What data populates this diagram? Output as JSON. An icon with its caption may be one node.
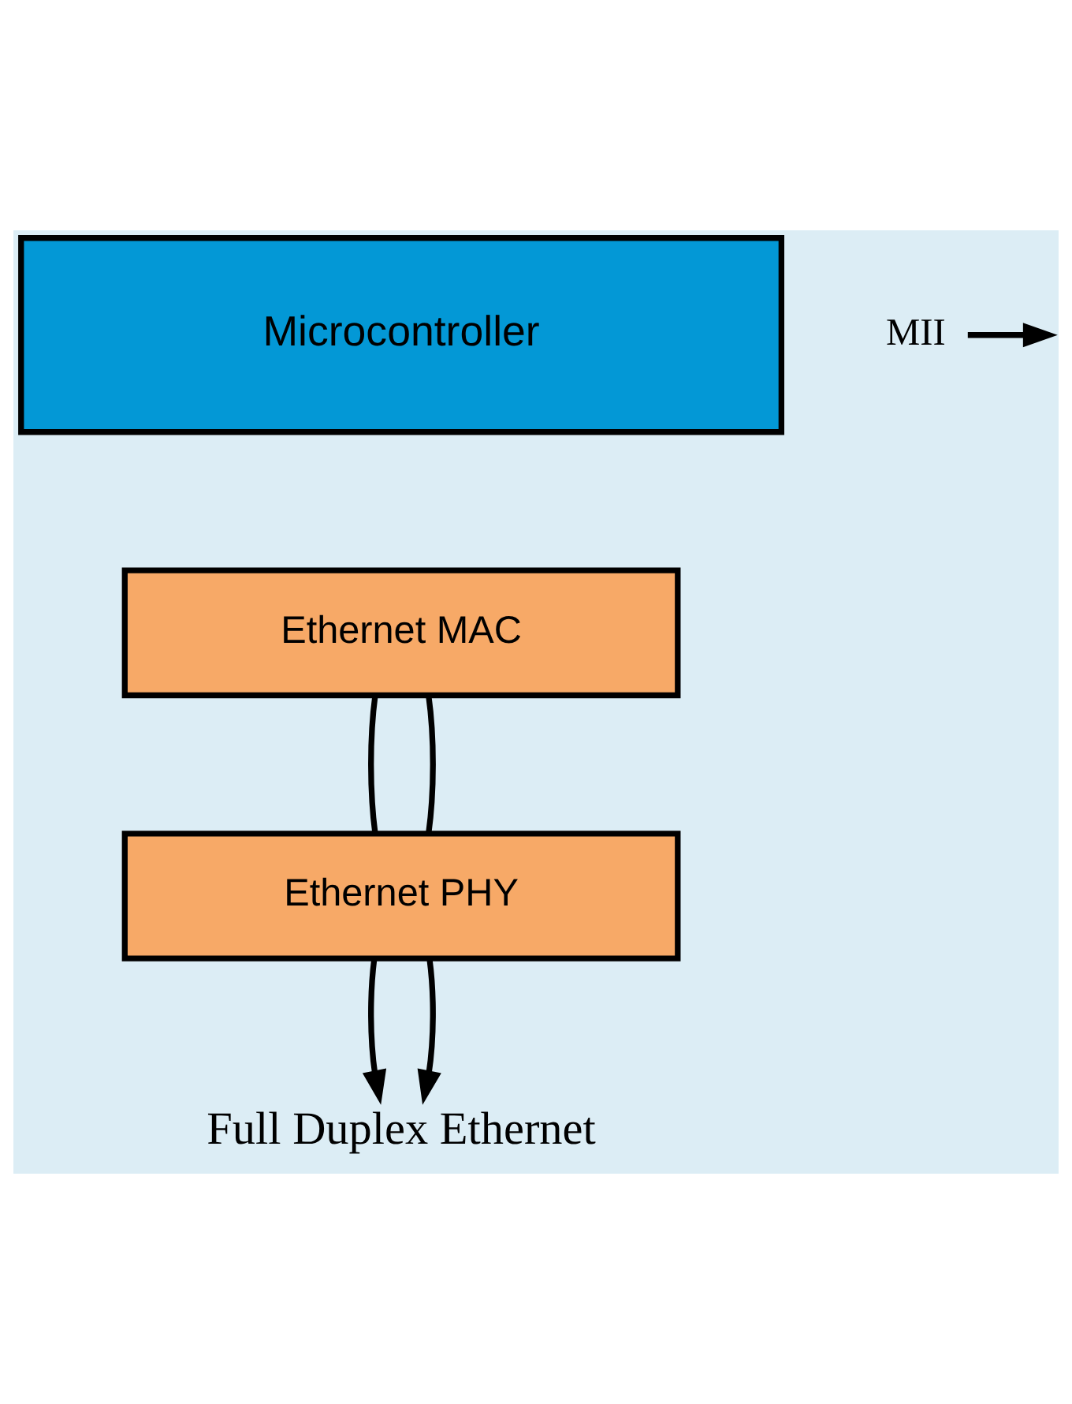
{
  "diagram": {
    "nodes": [
      {
        "text": [
          "Microcontroller"
        ]
      },
      {
        "text": [
          "Ethernet MAC"
        ]
      },
      {
        "text": [
          "Ethernet PHY"
        ]
      },
      {
        "text": [
          "MII"
        ]
      },
      {
        "text": [
          "Full Duplex Ethernet"
        ]
      }
    ],
    "edges": [
      {
        "from": 1,
        "to": 2,
        "arrow": "none"
      },
      {
        "from": 1,
        "to": 2,
        "arrow": "none"
      },
      {
        "from": 3,
        "to": null,
        "arrow": "to"
      },
      {
        "from": 2,
        "to": 4,
        "arrow": "to"
      },
      {
        "from": 2,
        "to": 4,
        "arrow": "to"
      }
    ]
  }
}
